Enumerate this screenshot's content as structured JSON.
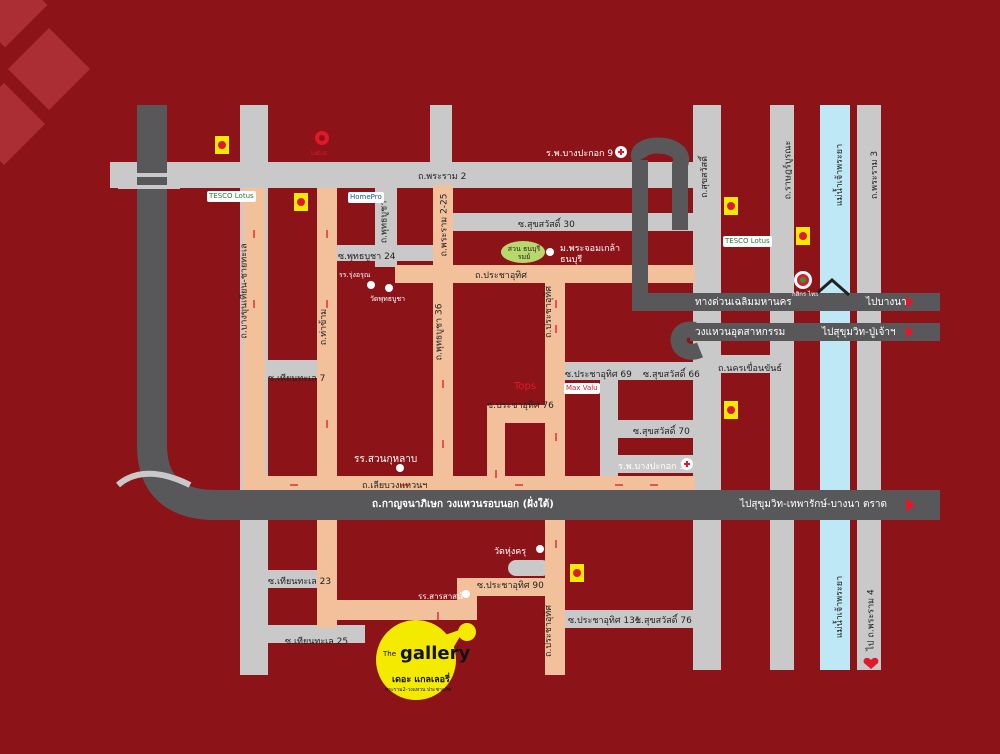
{
  "colors": {
    "background": "#8c1418",
    "grey_road": "#c9c9c9",
    "local_road": "#f2c19c",
    "expressway": "#58585a",
    "river": "#bfe8f7",
    "accent_red": "#e0182a",
    "gallery_yellow": "#f4ea00"
  },
  "roads": {
    "rama2": "ถ.พระราม 2",
    "kanchana": "ถ.กาญจนาภิเษก วงแหวนรอบนอก (ฝั่งใต้)",
    "liap_wongwaen": "ถ.เลียบวงแหวนฯ",
    "pracha_uthit_h": "ถ.ประชาอุทิศ",
    "pracha_uthit_v1": "ถ.ประชาอุทิศ",
    "pracha_uthit_v2": "ถ.ประชาอุทิศ",
    "bang_khun_thian": "ถ.บางขุนเทียน-ชายทะเล",
    "tha_kham": "ถ.ท่าข้าม",
    "phutthabucha": "ถ.พุทธบูชา",
    "phutthabucha36": "ถ.พุทธบูชา 36",
    "rama2_25": "ถ.พระราม 2-25",
    "suksawat": "ถ.สุขสวัสดิ์",
    "rat_burana": "ถ.ราษฎร์บูรณะ",
    "rama3": "ถ.พระราม 3",
    "nakhon_khuean_khan": "ถ.นครเขื่อนขันธ์",
    "soi_suksawat30": "ซ.สุขสวัสดิ์ 30",
    "soi_phutthabucha24": "ซ.พุทธบูชา 24",
    "soi_thianthale7": "ซ.เทียนทะเล 7",
    "soi_pracha69": "ซ.ประชาอุทิศ 69",
    "soi_suksawat66": "ซ.สุขสวัสดิ์ 66",
    "soi_pracha76": "ซ.ประชาอุทิศ 76",
    "soi_suksawat70": "ซ.สุขสวัสดิ์ 70",
    "soi_thianthale23": "ซ.เทียนทะเล 23",
    "soi_pracha90": "ซ.ประชาอุทิศ 90",
    "soi_pracha131": "ซ.ประชาอุทิศ 131",
    "soi_suksawat76": "ซ.สุขสวัสดิ์ 76",
    "soi_thianthale25": "ซ.เทียนทะเล 25",
    "river_top": "แม่น้ำเจ้าพระยา",
    "river_bottom": "แม่น้ำเจ้าพระยา",
    "to_rama4": "ไป ถ.พระราม 4"
  },
  "expressways": {
    "chaloem": "ทางด่วนเฉลิมมหานคร",
    "to_bangna": "ไปบางนา",
    "wongwaen_industrial": "วงแหวนอุตสาหกรรม",
    "to_sukhumvit_puchao": "ไปสุขุมวิท-ปู่เจ้าฯ",
    "to_sukhumvit_bangna": "ไปสุขุมวิท-เทพารักษ์-บางนา ตราด"
  },
  "places": {
    "bangpakok9": "ร.พ.บางปะกอก 9",
    "bangpakok3": "ร.พ.บางปะกอก 3",
    "park": "สวน ธนบุรีรมย์",
    "kmutt": "ม.พระจอมเกล้า ธนบุรี",
    "school_rung": "รร.รุ่งอรุณ",
    "wat_phutthabucha": "วัดพุทธบูชา",
    "suan_kularb": "รร.สวนกุหลาบ",
    "wat_hungkru": "วัดหุ่งครุ",
    "school_sarasas": "รร.สารสาสน์",
    "kbank_label": "กสิกร ไทย",
    "tesco1": "TESCO Lotus",
    "tesco2": "TESCO Lotus",
    "homepro": "HomePro",
    "tops": "Tops",
    "makro": "Max Valu",
    "logo_top": "Lotus"
  },
  "gallery": {
    "the": "The",
    "name": "gallery",
    "thai": "เดอะ แกลเลอรี่",
    "sub": "พระราม2-วงแหวน ประชาอุทิศ"
  }
}
